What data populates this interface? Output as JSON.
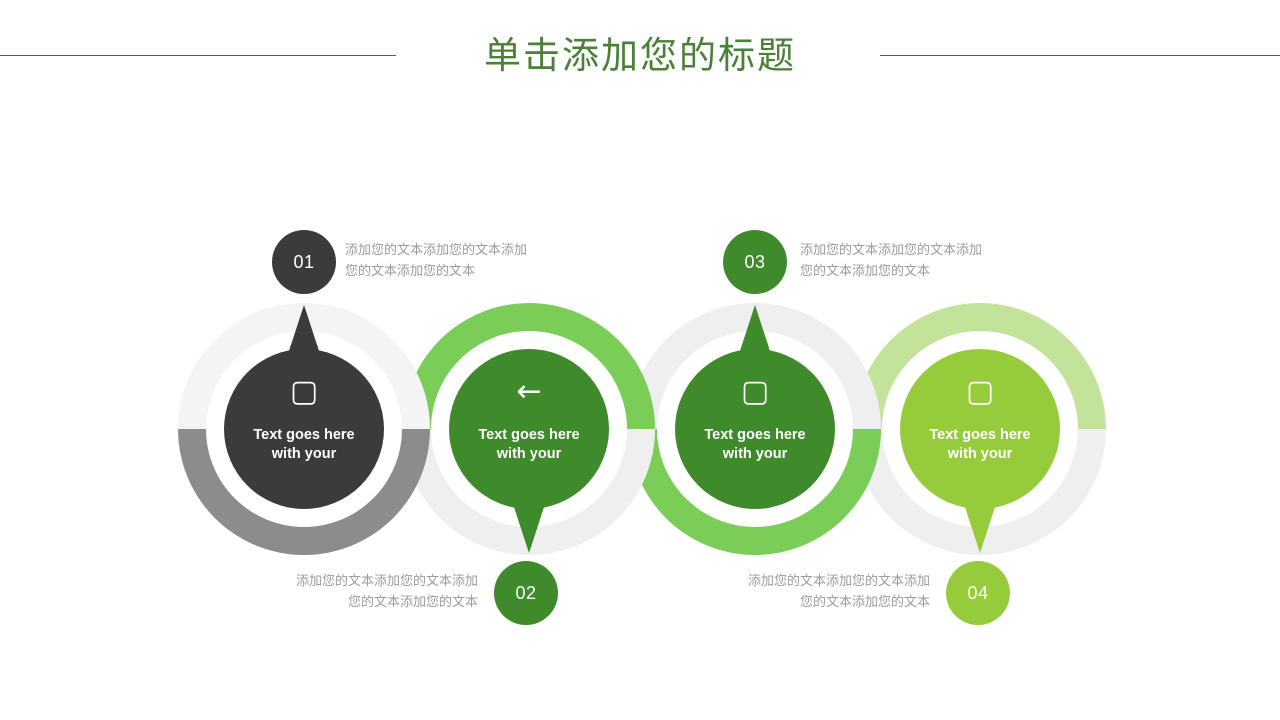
{
  "header": {
    "title": "单击添加您的标题",
    "rule_color": "#3f6b33",
    "title_color": "#4a8037"
  },
  "palette": {
    "dark_gray": "#3b3b3b",
    "mid_gray": "#8c8c8c",
    "light_gray": "#f0f0f0",
    "dark_green": "#3f8a2b",
    "mid_green": "#7ace58",
    "pale_green": "#c3e39a",
    "lime_green": "#96cc3c",
    "caption_gray": "#9b9b9b",
    "white": "#ffffff"
  },
  "items": [
    {
      "badge": "01",
      "badge_color": "#3b3b3b",
      "bubble_color": "#3b3b3b",
      "ring_top_color": "#f4f4f4",
      "ring_bottom_color": "#8c8c8c",
      "icon": "tofu-box-icon",
      "glyph": "▢",
      "bubble_line1": "Text goes here",
      "bubble_line2": "with your",
      "caption": "添加您的文本添加您的文本添加您的文本添加您的文本",
      "caption_position": "top-right",
      "pointer_direction": "up"
    },
    {
      "badge": "02",
      "badge_color": "#3f8a2b",
      "bubble_color": "#3f8a2b",
      "ring_top_color": "#7ace58",
      "ring_bottom_color": "#efefef",
      "icon": "arrow-left-icon",
      "glyph": "←",
      "bubble_line1": "Text goes here",
      "bubble_line2": "with your",
      "caption": "添加您的文本添加您的文本添加您的文本添加您的文本",
      "caption_position": "bottom-left",
      "pointer_direction": "down"
    },
    {
      "badge": "03",
      "badge_color": "#3f8a2b",
      "bubble_color": "#3f8a2b",
      "ring_top_color": "#efefef",
      "ring_bottom_color": "#7ace58",
      "icon": "tofu-box-icon",
      "glyph": "▢",
      "bubble_line1": "Text goes here",
      "bubble_line2": "with your",
      "caption": "添加您的文本添加您的文本添加您的文本添加您的文本",
      "caption_position": "top-right",
      "pointer_direction": "up"
    },
    {
      "badge": "04",
      "badge_color": "#96cc3c",
      "bubble_color": "#96cc3c",
      "ring_top_color": "#c3e39a",
      "ring_bottom_color": "#efefef",
      "icon": "tofu-box-icon",
      "glyph": "▢",
      "bubble_line1": "Text goes here",
      "bubble_line2": "with your",
      "caption": "添加您的文本添加您的文本添加您的文本添加您的文本",
      "caption_position": "bottom-left",
      "pointer_direction": "down"
    }
  ]
}
